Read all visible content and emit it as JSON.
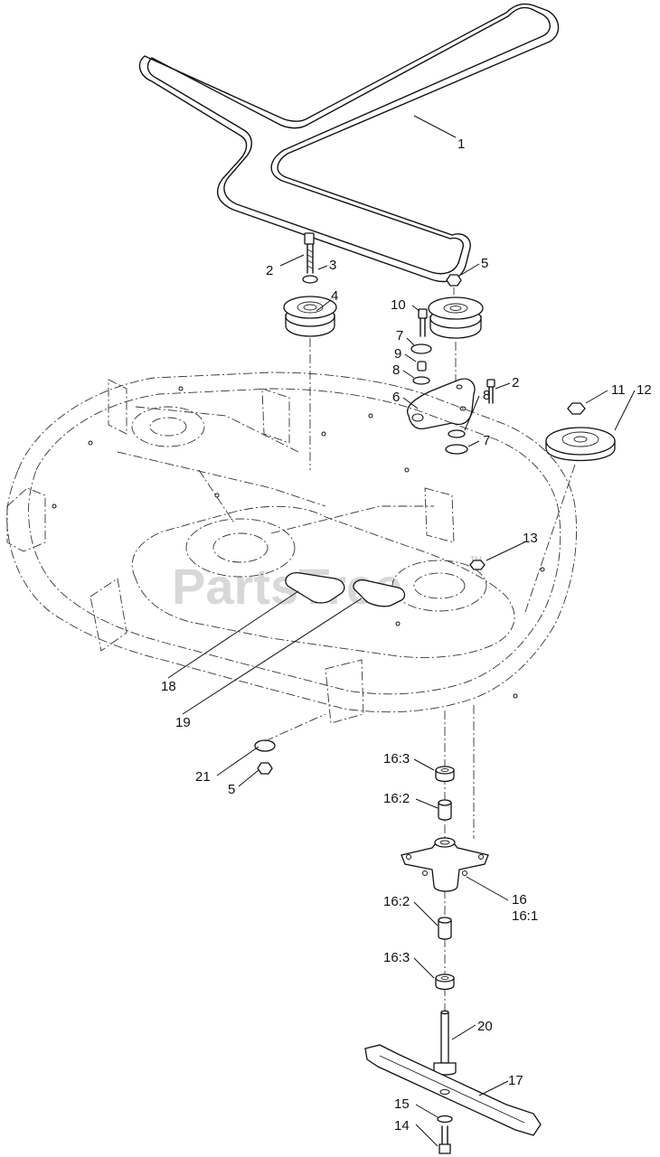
{
  "watermark": {
    "text": "PartsTree",
    "tm": "TM"
  },
  "callouts": [
    {
      "id": "c1",
      "label": "1"
    },
    {
      "id": "c2a",
      "label": "2"
    },
    {
      "id": "c3",
      "label": "3"
    },
    {
      "id": "c4",
      "label": "4"
    },
    {
      "id": "c5a",
      "label": "5"
    },
    {
      "id": "c10",
      "label": "10"
    },
    {
      "id": "c7a",
      "label": "7"
    },
    {
      "id": "c9",
      "label": "9"
    },
    {
      "id": "c8a",
      "label": "8"
    },
    {
      "id": "c2b",
      "label": "2"
    },
    {
      "id": "c6",
      "label": "6"
    },
    {
      "id": "c8b",
      "label": "8"
    },
    {
      "id": "c7b",
      "label": "7"
    },
    {
      "id": "c11",
      "label": "11"
    },
    {
      "id": "c12",
      "label": "12"
    },
    {
      "id": "c13",
      "label": "13"
    },
    {
      "id": "c18",
      "label": "18"
    },
    {
      "id": "c19",
      "label": "19"
    },
    {
      "id": "c21",
      "label": "21"
    },
    {
      "id": "c5b",
      "label": "5"
    },
    {
      "id": "c163a",
      "label": "16:3"
    },
    {
      "id": "c162a",
      "label": "16:2"
    },
    {
      "id": "c16",
      "label": "16"
    },
    {
      "id": "c161",
      "label": "16:1"
    },
    {
      "id": "c162b",
      "label": "16:2"
    },
    {
      "id": "c163b",
      "label": "16:3"
    },
    {
      "id": "c20",
      "label": "20"
    },
    {
      "id": "c17",
      "label": "17"
    },
    {
      "id": "c15",
      "label": "15"
    },
    {
      "id": "c14",
      "label": "14"
    }
  ]
}
